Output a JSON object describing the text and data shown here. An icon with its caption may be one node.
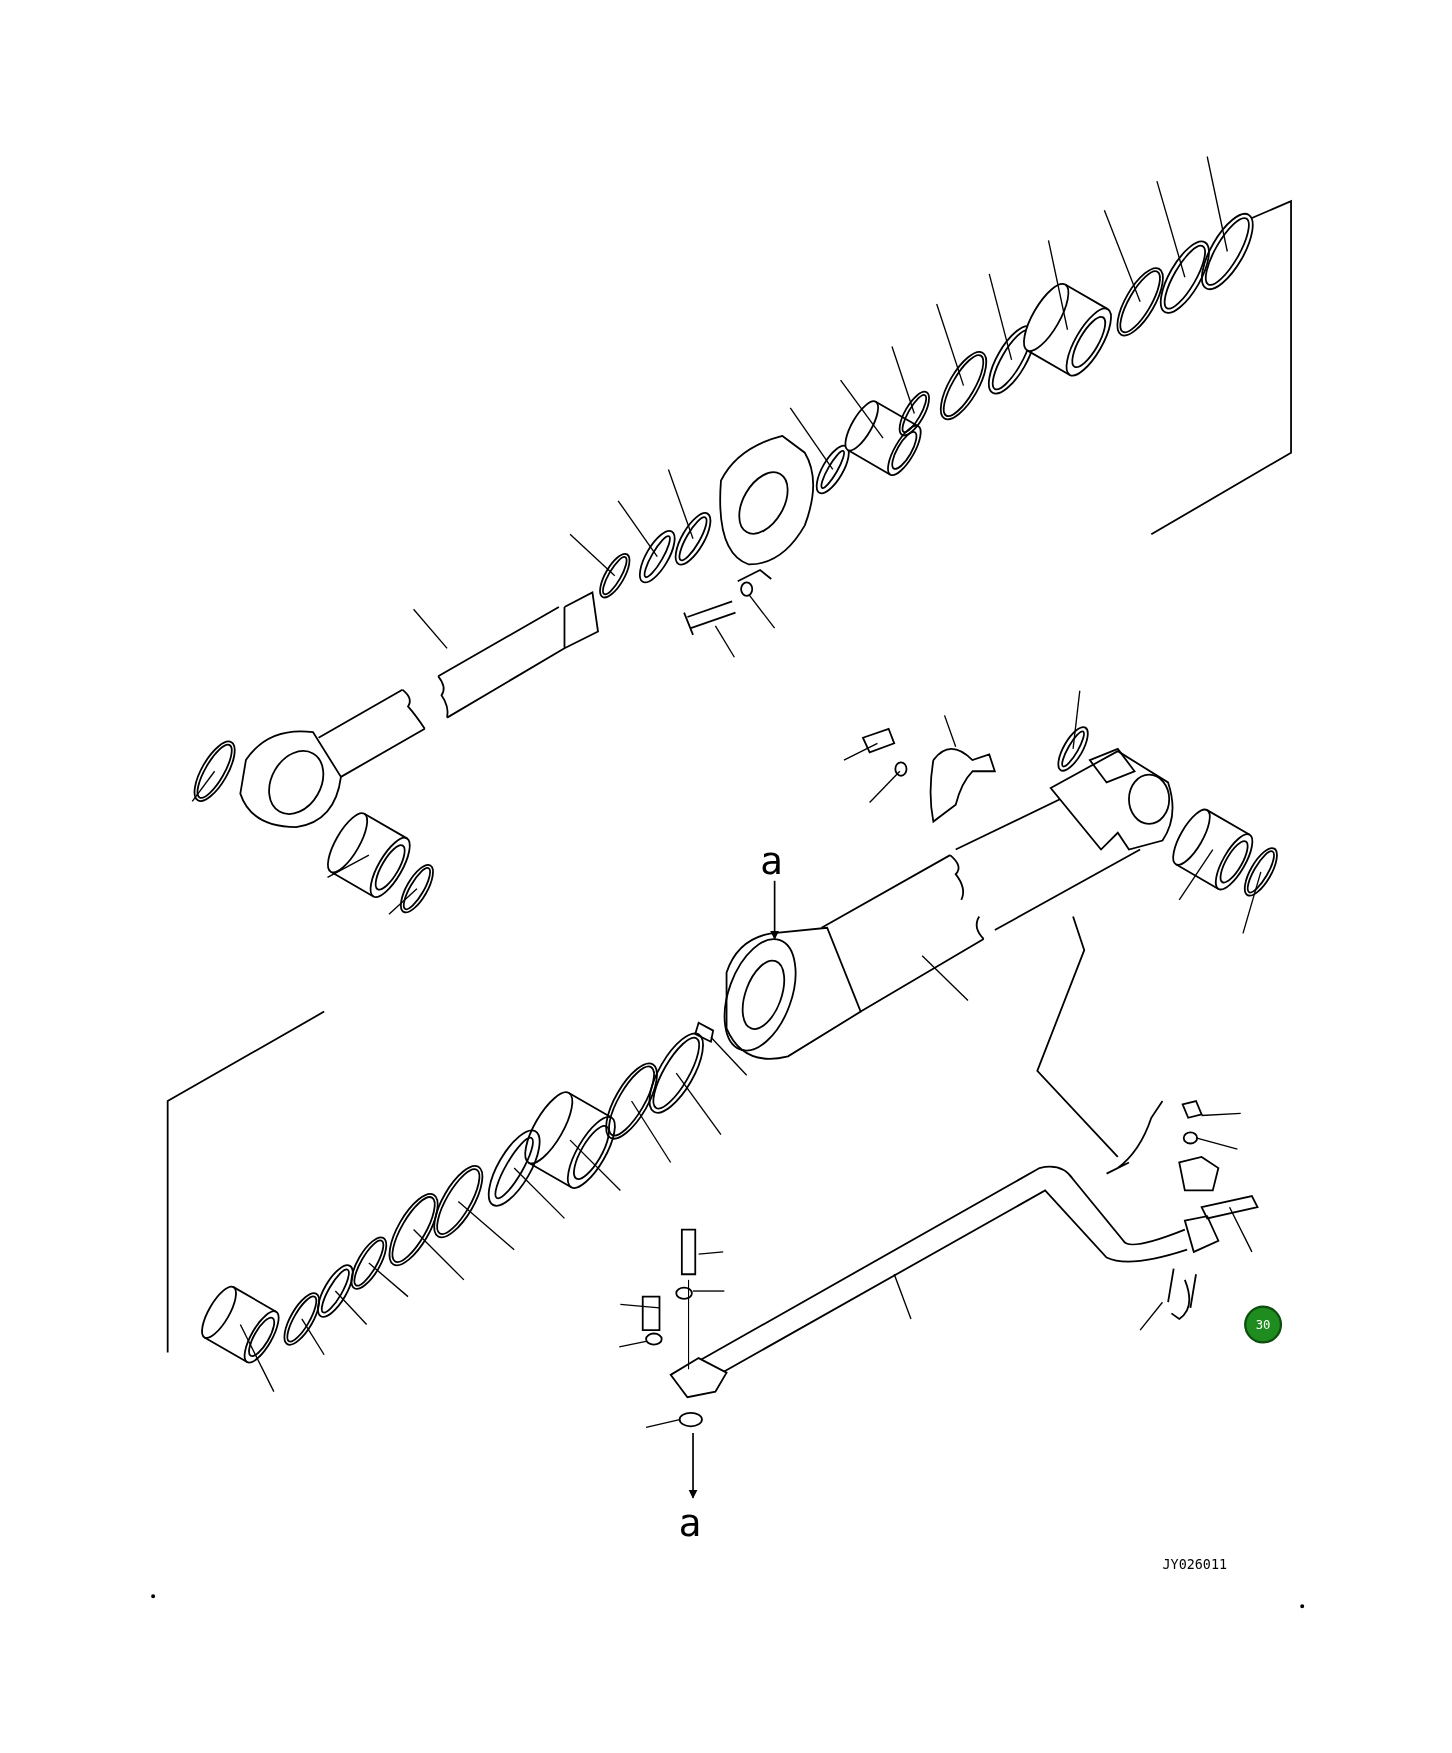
{
  "diagram": {
    "nodes": [
      {
        "text": [
          "30"
        ]
      }
    ],
    "labels": [
      "a",
      "a",
      "JY026011"
    ]
  }
}
